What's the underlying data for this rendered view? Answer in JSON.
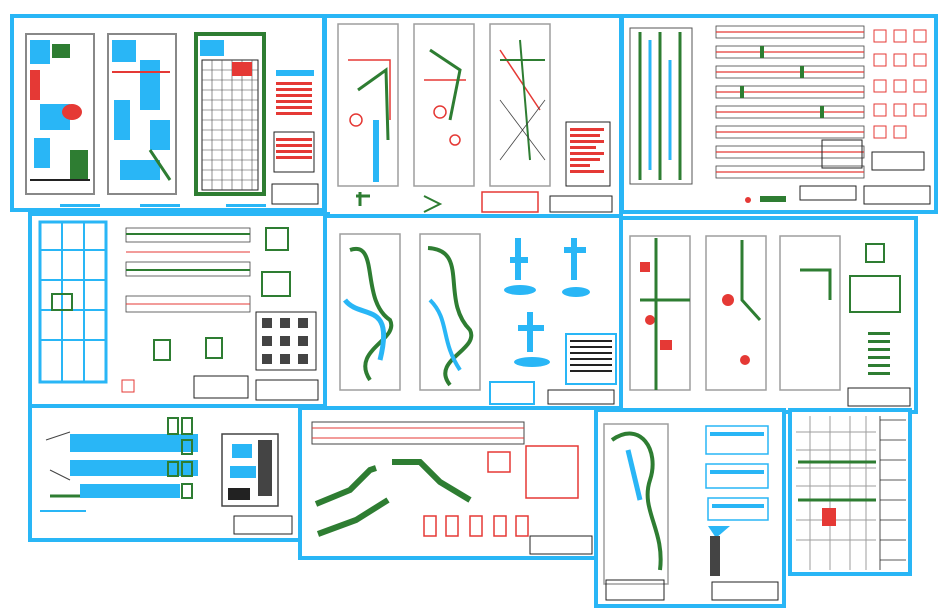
{
  "colors": {
    "frame": "#29b6f6",
    "wall": "#9e9e9e",
    "green": "#2e7d32",
    "red": "#e53935",
    "blue": "#1e9ce6",
    "dark": "#222222"
  },
  "sheets": [
    {
      "id": "sheet-1",
      "kind": "plans-color"
    },
    {
      "id": "sheet-2",
      "kind": "plans-red"
    },
    {
      "id": "sheet-3",
      "kind": "elevation-rows"
    },
    {
      "id": "sheet-4",
      "kind": "structural-grid"
    },
    {
      "id": "sheet-5",
      "kind": "plumbing-network"
    },
    {
      "id": "sheet-6",
      "kind": "plans-furniture"
    },
    {
      "id": "sheet-7",
      "kind": "section-facade"
    },
    {
      "id": "sheet-8",
      "kind": "stairs-details"
    },
    {
      "id": "sheet-9",
      "kind": "riser-diagram"
    },
    {
      "id": "sheet-10",
      "kind": "site-plan"
    }
  ]
}
